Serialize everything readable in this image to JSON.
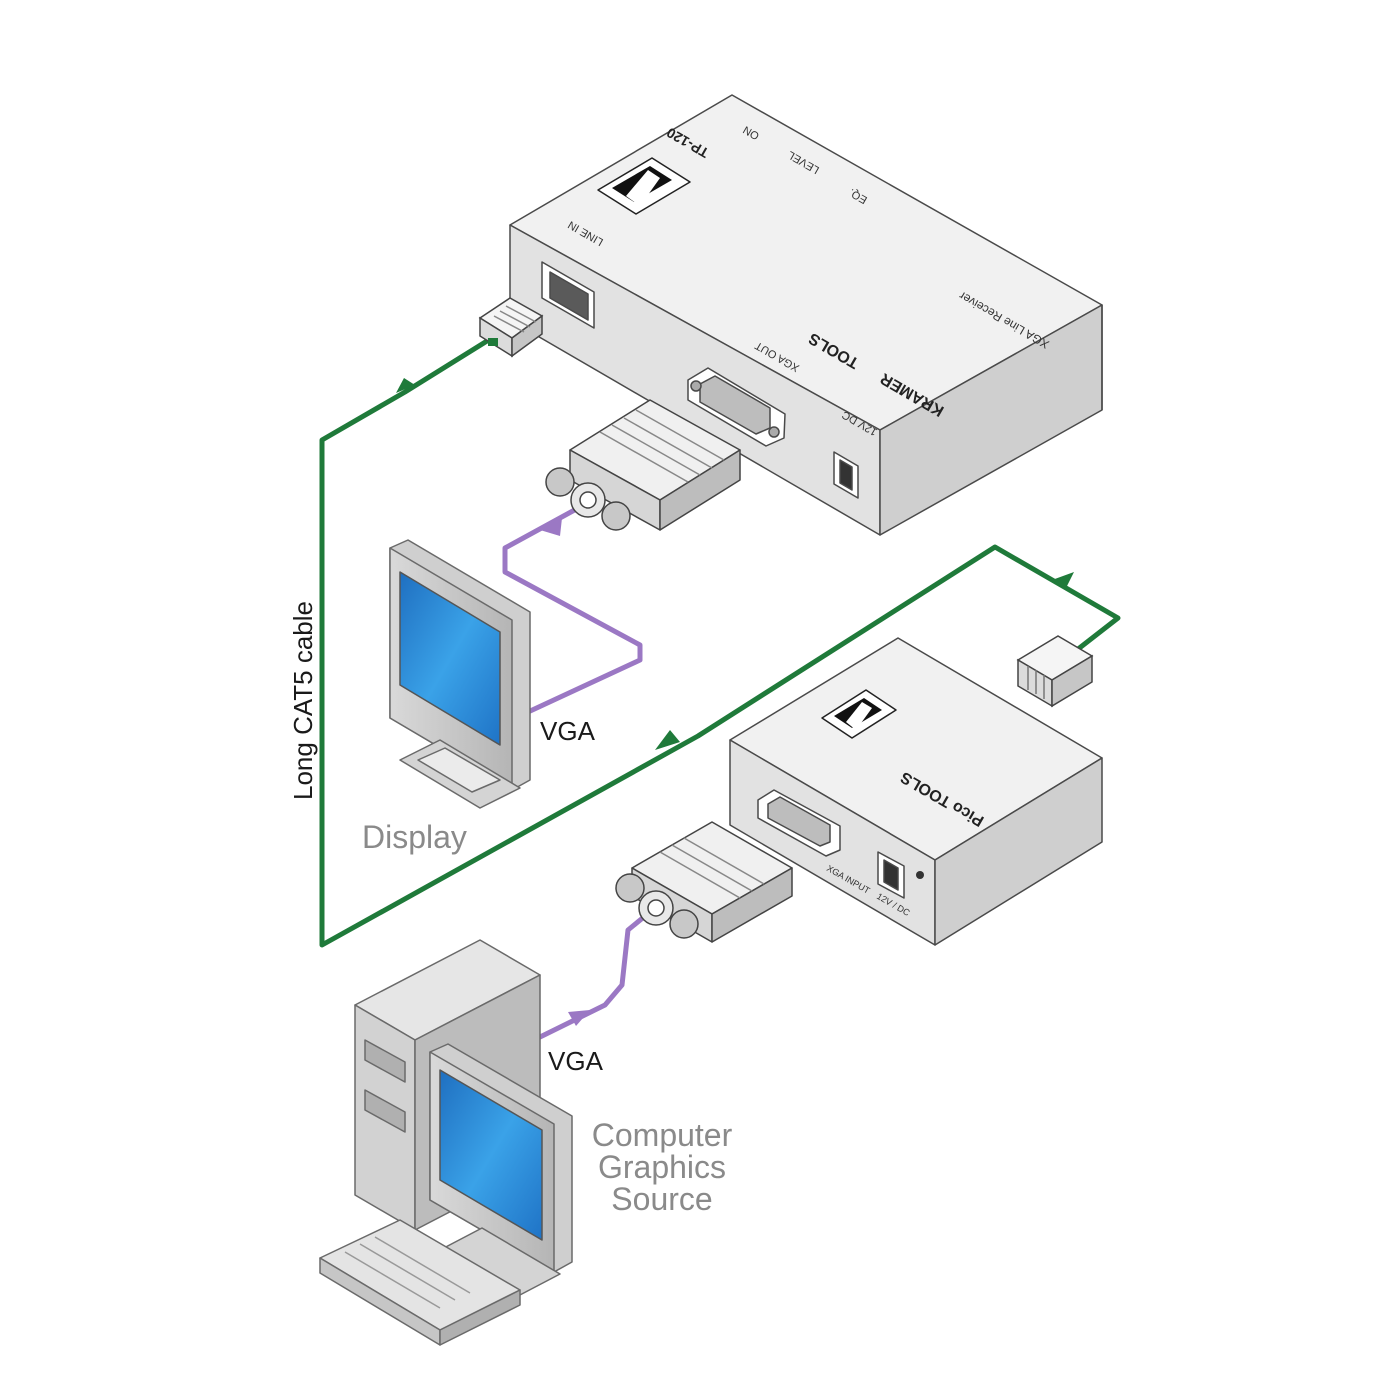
{
  "receiver": {
    "model": "TP-120",
    "subtitle": "XGA Line Receiver",
    "brand": "KRAMER",
    "brand_line": "TOOLS",
    "logo_text": "KRAMER",
    "port_line_in": "LINE IN",
    "port_xga_out": "XGA OUT",
    "port_power": "12V DC",
    "led_on": "ON",
    "knob_level": "LEVEL",
    "knob_eq": "EQ."
  },
  "transmitter": {
    "brand_line": "Pico TOOLS",
    "logo_text": "KRAMER",
    "port_xga_input": "XGA INPUT",
    "port_power": "12V / DC"
  },
  "labels": {
    "cable": "Long CAT5 cable",
    "vga_display": "VGA",
    "vga_source": "VGA",
    "display": "Display",
    "source_line1": "Computer",
    "source_line2": "Graphics",
    "source_line3": "Source"
  },
  "colors": {
    "cat5_cable": "#1f7a3a",
    "vga_cable": "#9b78c4",
    "screen": "#2f8fd8"
  }
}
